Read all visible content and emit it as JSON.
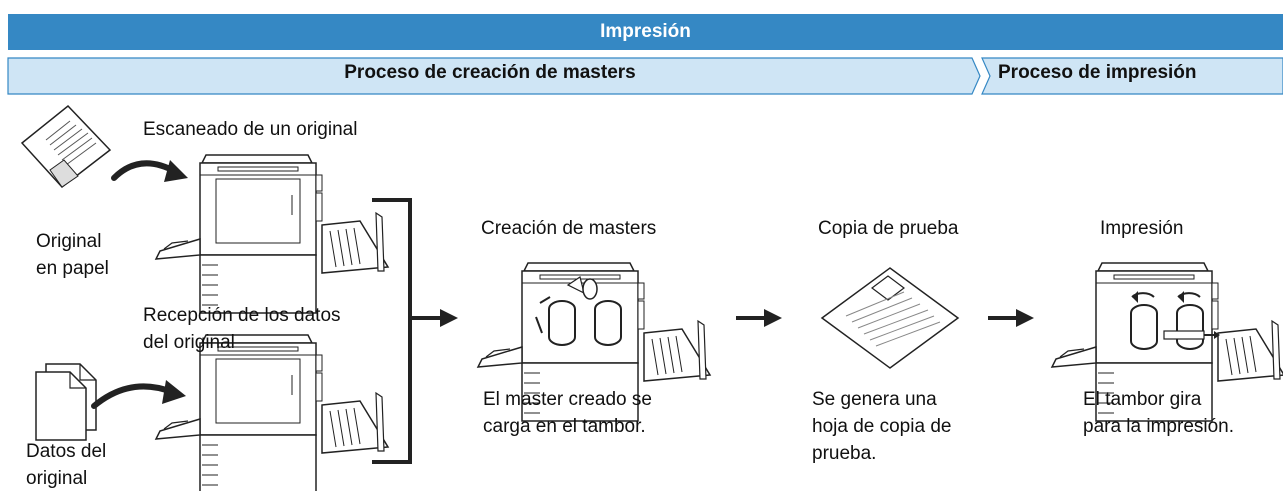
{
  "header": {
    "title": "Impresión"
  },
  "phases": {
    "master": "Proceso de creación de masters",
    "print": "Proceso de impresión"
  },
  "inputs": {
    "scan_title": "Escaneado de un original",
    "paper_label": [
      "Original",
      "en papel"
    ],
    "data_title": [
      "Recepción de los datos",
      "del original"
    ],
    "data_label": [
      "Datos del",
      "original"
    ]
  },
  "steps": [
    {
      "title": "Creación de masters",
      "desc": [
        "El master creado se",
        "carga en el tambor."
      ]
    },
    {
      "title": "Copia de prueba",
      "desc": [
        "Se genera una",
        "hoja de copia de",
        "prueba."
      ]
    },
    {
      "title": "Impresión",
      "desc": [
        "El tambor gira",
        "para la impresión."
      ]
    }
  ],
  "colors": {
    "header": "#3588c4",
    "phase_fill": "#cfe5f5",
    "phase_border": "#3588c4"
  }
}
